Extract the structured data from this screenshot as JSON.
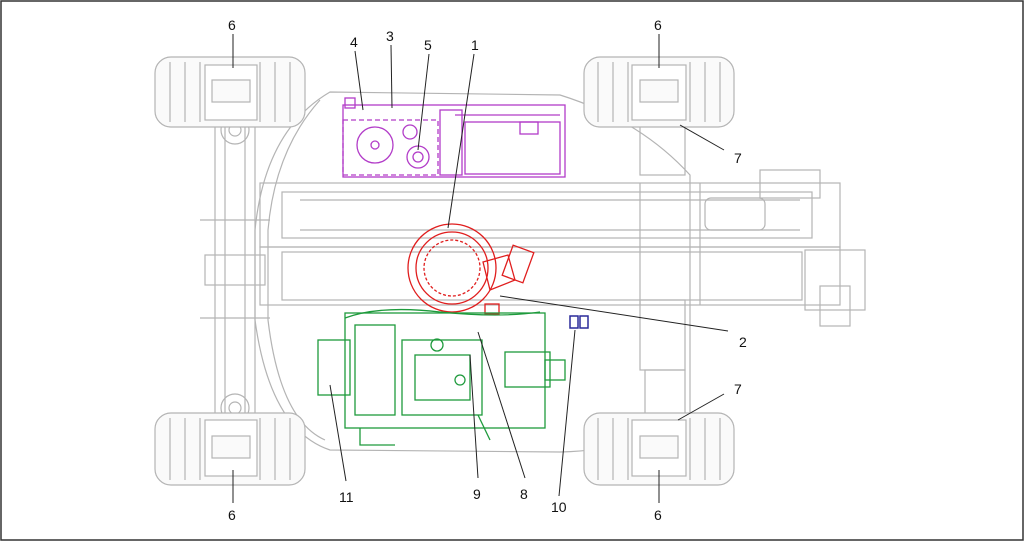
{
  "callouts": {
    "c1": "1",
    "c2": "2",
    "c3": "3",
    "c4": "4",
    "c5": "5",
    "c6": "6",
    "c7": "7",
    "c8": "8",
    "c9": "9",
    "c10": "10",
    "c11": "11"
  },
  "colors": {
    "outline": "#b4b4b4",
    "tank_group": "#b23cc8",
    "slew_ring": "#e01e1e",
    "engine": "#1e9a3c",
    "component_10": "#2a2a9a",
    "text": "#111111"
  }
}
